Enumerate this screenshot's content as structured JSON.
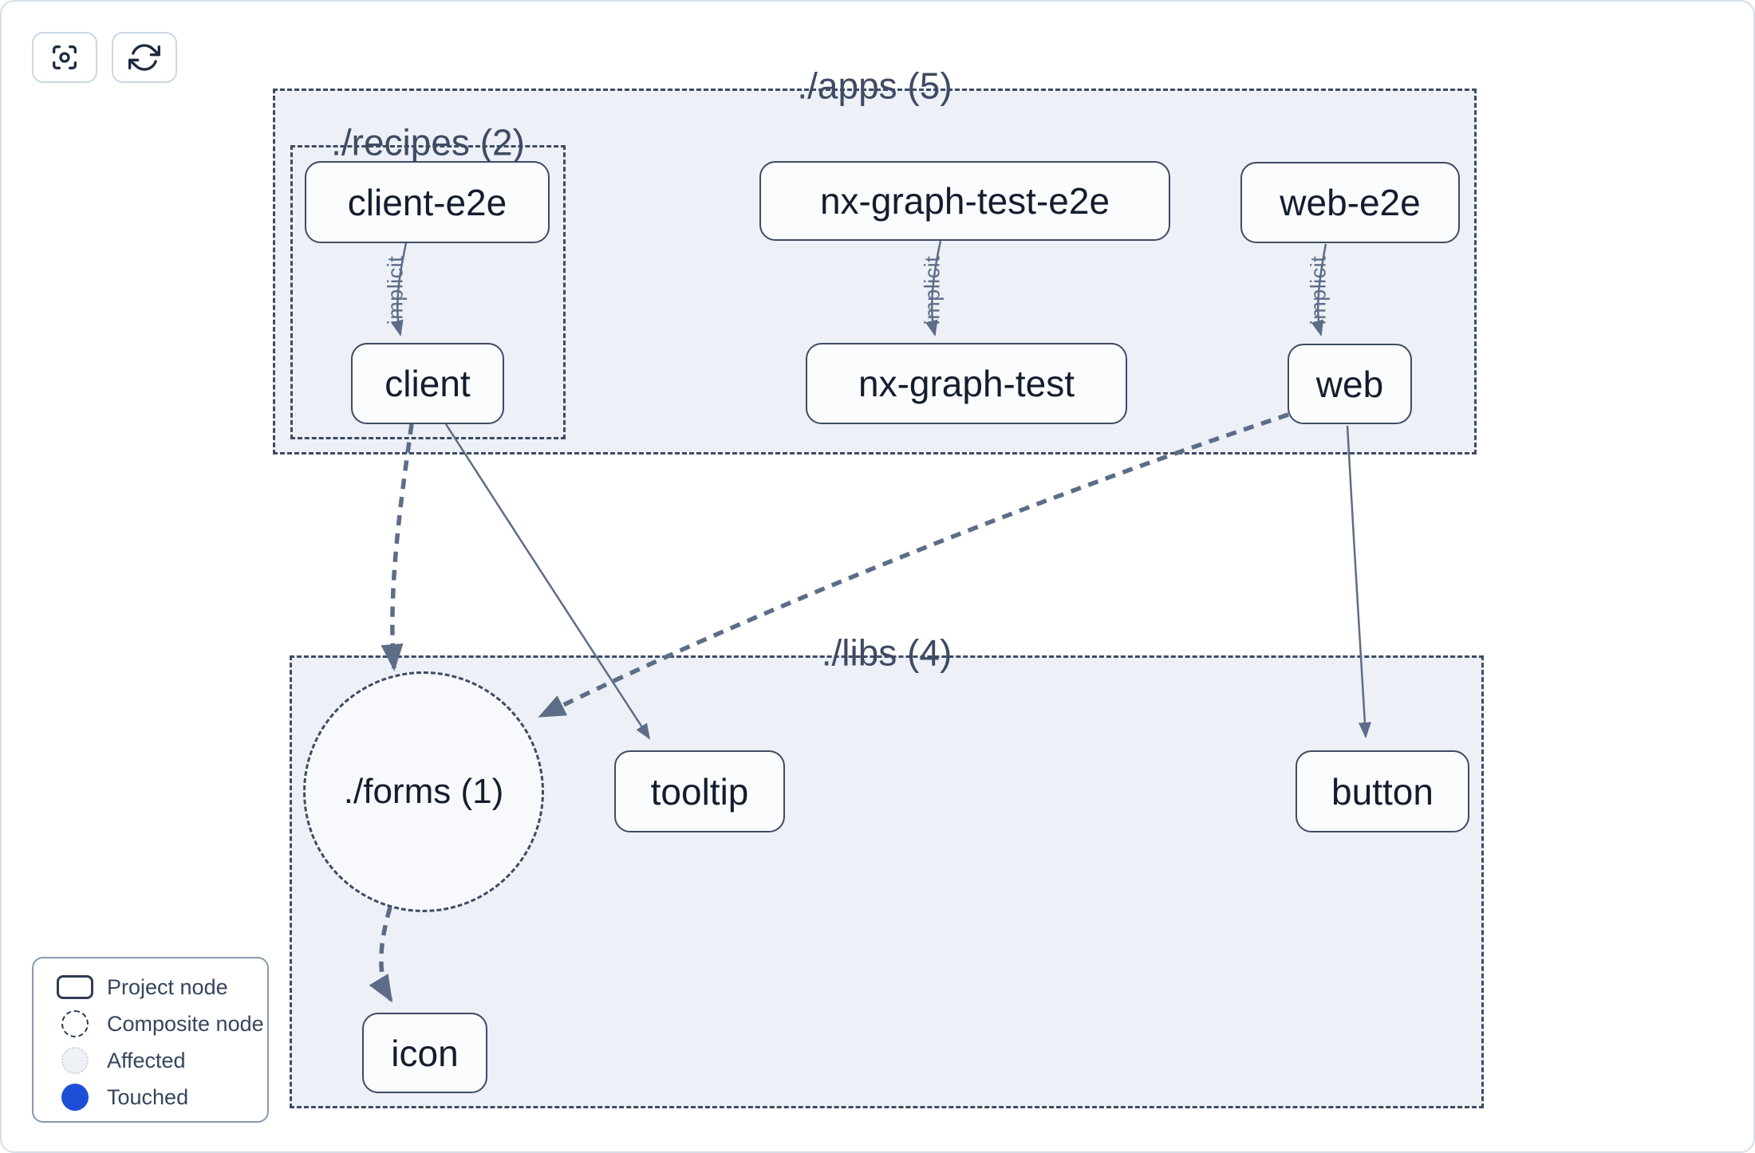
{
  "toolbar": {
    "buttons": [
      {
        "icon": "focus-icon"
      },
      {
        "icon": "refresh-icon"
      }
    ]
  },
  "graph": {
    "groups": {
      "apps": {
        "label": "./apps (5)"
      },
      "recipes": {
        "label": "./recipes (2)"
      },
      "libs": {
        "label": "./libs (4)"
      }
    },
    "composite": {
      "forms": {
        "label": "./forms (1)"
      }
    },
    "nodes": {
      "client_e2e": {
        "label": "client-e2e"
      },
      "nx_graph_test_e2e": {
        "label": "nx-graph-test-e2e"
      },
      "web_e2e": {
        "label": "web-e2e"
      },
      "client": {
        "label": "client"
      },
      "nx_graph_test": {
        "label": "nx-graph-test"
      },
      "web": {
        "label": "web"
      },
      "tooltip": {
        "label": "tooltip"
      },
      "button": {
        "label": "button"
      },
      "icon": {
        "label": "icon"
      }
    },
    "edges": [
      {
        "from": "client-e2e",
        "to": "client",
        "label": "implicit",
        "style": "thin-solid"
      },
      {
        "from": "nx-graph-test-e2e",
        "to": "nx-graph-test",
        "label": "implicit",
        "style": "thin-solid"
      },
      {
        "from": "web-e2e",
        "to": "web",
        "label": "implicit",
        "style": "thin-solid"
      },
      {
        "from": "client",
        "to": "./forms (1)",
        "label": "",
        "style": "thick-dashed"
      },
      {
        "from": "client",
        "to": "tooltip",
        "label": "",
        "style": "thin-solid"
      },
      {
        "from": "web",
        "to": "./forms (1)",
        "label": "",
        "style": "thick-dashed"
      },
      {
        "from": "web",
        "to": "button",
        "label": "",
        "style": "thin-solid"
      },
      {
        "from": "./forms (1)",
        "to": "icon",
        "label": "",
        "style": "thick-dashed"
      }
    ]
  },
  "legend": {
    "items": [
      {
        "icon": "project-node-icon",
        "label": "Project node"
      },
      {
        "icon": "composite-node-icon",
        "label": "Composite node"
      },
      {
        "icon": "affected-icon",
        "label": "Affected"
      },
      {
        "icon": "touched-icon",
        "label": "Touched"
      }
    ]
  },
  "colors": {
    "container_fill": "#edf0f6",
    "container_border": "#3e4b63",
    "node_fill": "#fbfcfe",
    "node_border": "#3e4b63",
    "node_text": "#131d2e",
    "edge": "#5d6d87",
    "group_label": "#3e4b63",
    "touched_blue": "#1d4ed8",
    "toolbar_border": "#cbd7e4",
    "page_border": "#d7dfe9"
  }
}
